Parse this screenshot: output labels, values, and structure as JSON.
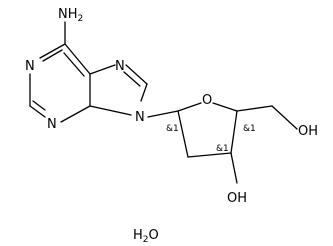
{
  "molecule": {
    "atoms": {
      "nh2": "NH",
      "nh2_sub": "2",
      "n_top_left": "N",
      "n_bottom_left": "N",
      "n_imidazole_top": "N",
      "n_glycosidic": "N",
      "o_ring": "O",
      "oh_top_right": "OH",
      "oh_bottom": "OH"
    },
    "stereo_labels": {
      "c1": "&1",
      "c3": "&1",
      "c4": "&1"
    }
  },
  "water": {
    "main": "H",
    "sub": "2",
    "tail": "O"
  }
}
